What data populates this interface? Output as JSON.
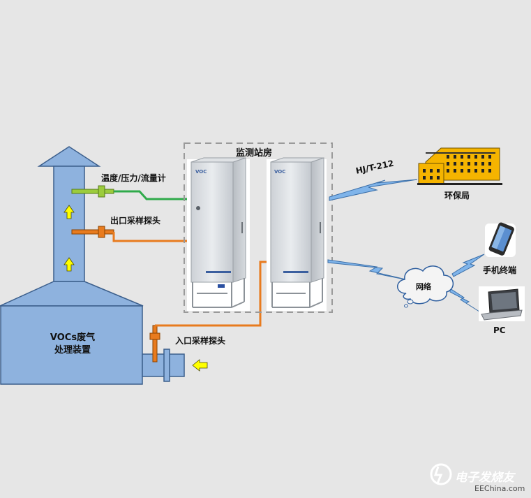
{
  "labels": {
    "sensor_temp_pressure_flow": "温度/压力/流量计",
    "outlet_probe": "出口采样探头",
    "inlet_probe": "入口采样探头",
    "station": "监测站房",
    "protocol": "HJ/T-212",
    "env_bureau": "环保局",
    "network": "网络",
    "mobile": "手机终端",
    "pc": "PC",
    "device_line1": "VOCs废气",
    "device_line2": "处理装置",
    "cabinet_brand": "VOC"
  },
  "watermark": {
    "text": "电子发烧友",
    "site": "EEChina.com"
  },
  "colors": {
    "background": "#e6e6e6",
    "equipment_blue": "#8eb2de",
    "equipment_stroke": "#3c5f8c",
    "arrow_yellow": "#ffff00",
    "sample_line_orange": "#e87b1e",
    "signal_line_green": "#2faa4a",
    "sensor_green": "#9ccc3c",
    "lightning_blue": "#7fb4ea",
    "building_yellow": "#f5b400"
  }
}
